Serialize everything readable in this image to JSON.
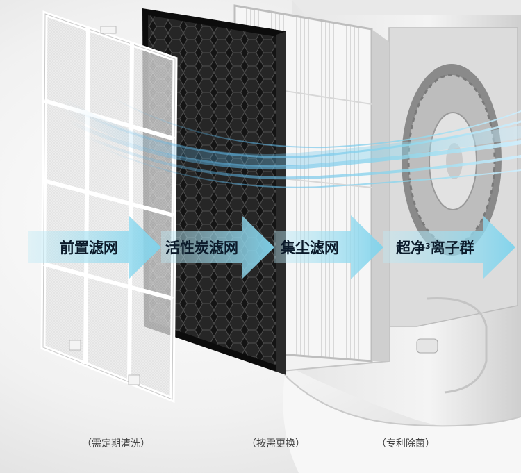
{
  "stages": [
    {
      "label": "前置滤网"
    },
    {
      "label": "活性炭滤网"
    },
    {
      "label": "集尘滤网"
    },
    {
      "label_before": "超净",
      "label_sup": "3",
      "label_after": "离子群"
    }
  ],
  "notes": {
    "prefilter": "（需定期清洗）",
    "dust": "（按需更换）",
    "ion": "（专利除菌）"
  },
  "colors": {
    "arrow": "#8fd9ee",
    "airflow": "#5fb8e8",
    "carbon": "#1a1a1a"
  }
}
